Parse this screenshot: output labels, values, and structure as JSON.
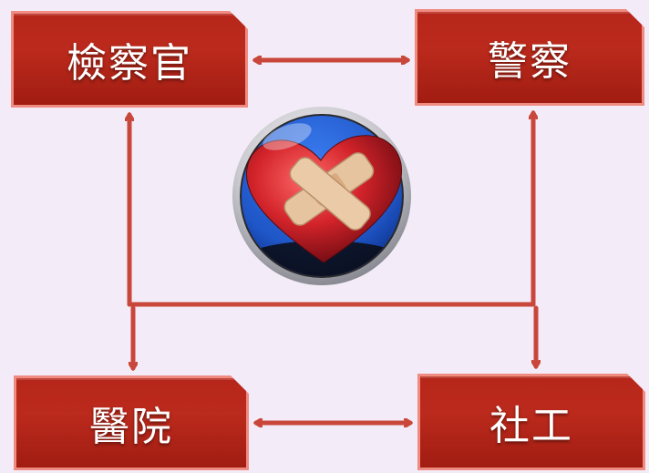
{
  "nodes": {
    "prosecutor": "檢察官",
    "police": "警察",
    "hospital": "醫院",
    "social_worker": "社工"
  },
  "center_icon": "heart-bandage-icon",
  "colors": {
    "box_fill": "#b6261a",
    "box_border": "#ef8b80",
    "arrow": "#c9473a",
    "background": "#f3ecf8",
    "heart": "#d2232a",
    "circle_blue": "#1f56c8"
  }
}
